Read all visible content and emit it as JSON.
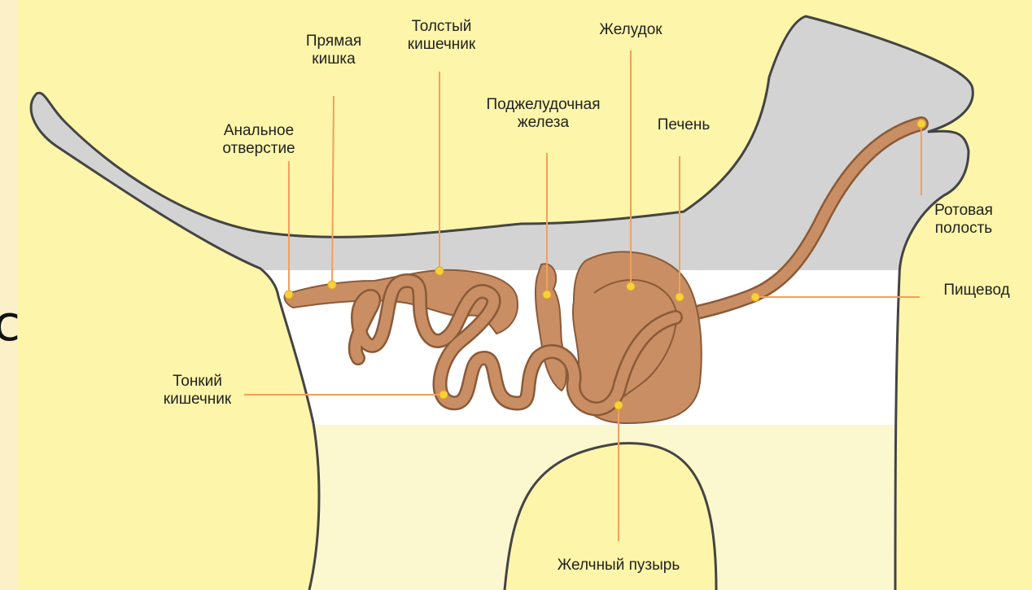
{
  "colors": {
    "background": "#fdf5a9",
    "body_gray": "#d3d3d3",
    "body_outline": "#444444",
    "body_white": "#ffffff",
    "organ_fill": "#c98e63",
    "organ_outline": "#8a5a38",
    "leader_line": "#f1a05b",
    "point_marker": "#f7d23a"
  },
  "edge_glyph": "c",
  "labels": {
    "anal": [
      "Анальное",
      "отверстие"
    ],
    "rectum": [
      "Прямая",
      "кишка"
    ],
    "large_intestine": [
      "Толстый",
      "кишечник"
    ],
    "pancreas": [
      "Поджелудочная",
      "железа"
    ],
    "stomach": [
      "Желудок"
    ],
    "liver": [
      "Печень"
    ],
    "mouth": [
      "Ротовая",
      "полость"
    ],
    "esophagus": [
      "Пищевод"
    ],
    "small_intestine": [
      "Тонкий",
      "кишечник"
    ],
    "gallbladder": [
      "Желчный пузырь"
    ]
  }
}
